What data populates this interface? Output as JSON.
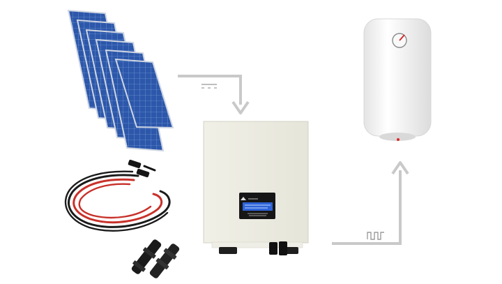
{
  "diagram": {
    "nodes": [
      {
        "id": "solar_panels",
        "icon": "solar-panel-array-icon",
        "count": 6
      },
      {
        "id": "cables",
        "icon": "red-black-dc-cable-icon"
      },
      {
        "id": "mc4_connectors",
        "icon": "mc4-connector-pair-icon"
      },
      {
        "id": "controller",
        "icon": "solar-heating-controller-icon"
      },
      {
        "id": "water_heater",
        "icon": "electric-water-heater-icon"
      }
    ],
    "edges": [
      {
        "from": "solar_panels",
        "to": "controller",
        "symbol": "dc-symbol"
      },
      {
        "from": "controller",
        "to": "water_heater",
        "symbol": "pulse-wave-symbol"
      }
    ],
    "colors": {
      "arrow": "#c9c9c9",
      "panel": "#2b54a6",
      "controller_body": "#efeee4",
      "display": "#2f63d8",
      "heater_body": "#f4f4f4",
      "heater_indicator": "#d92b2b",
      "cable_red": "#c8312a",
      "cable_black": "#1b1b1b"
    }
  }
}
